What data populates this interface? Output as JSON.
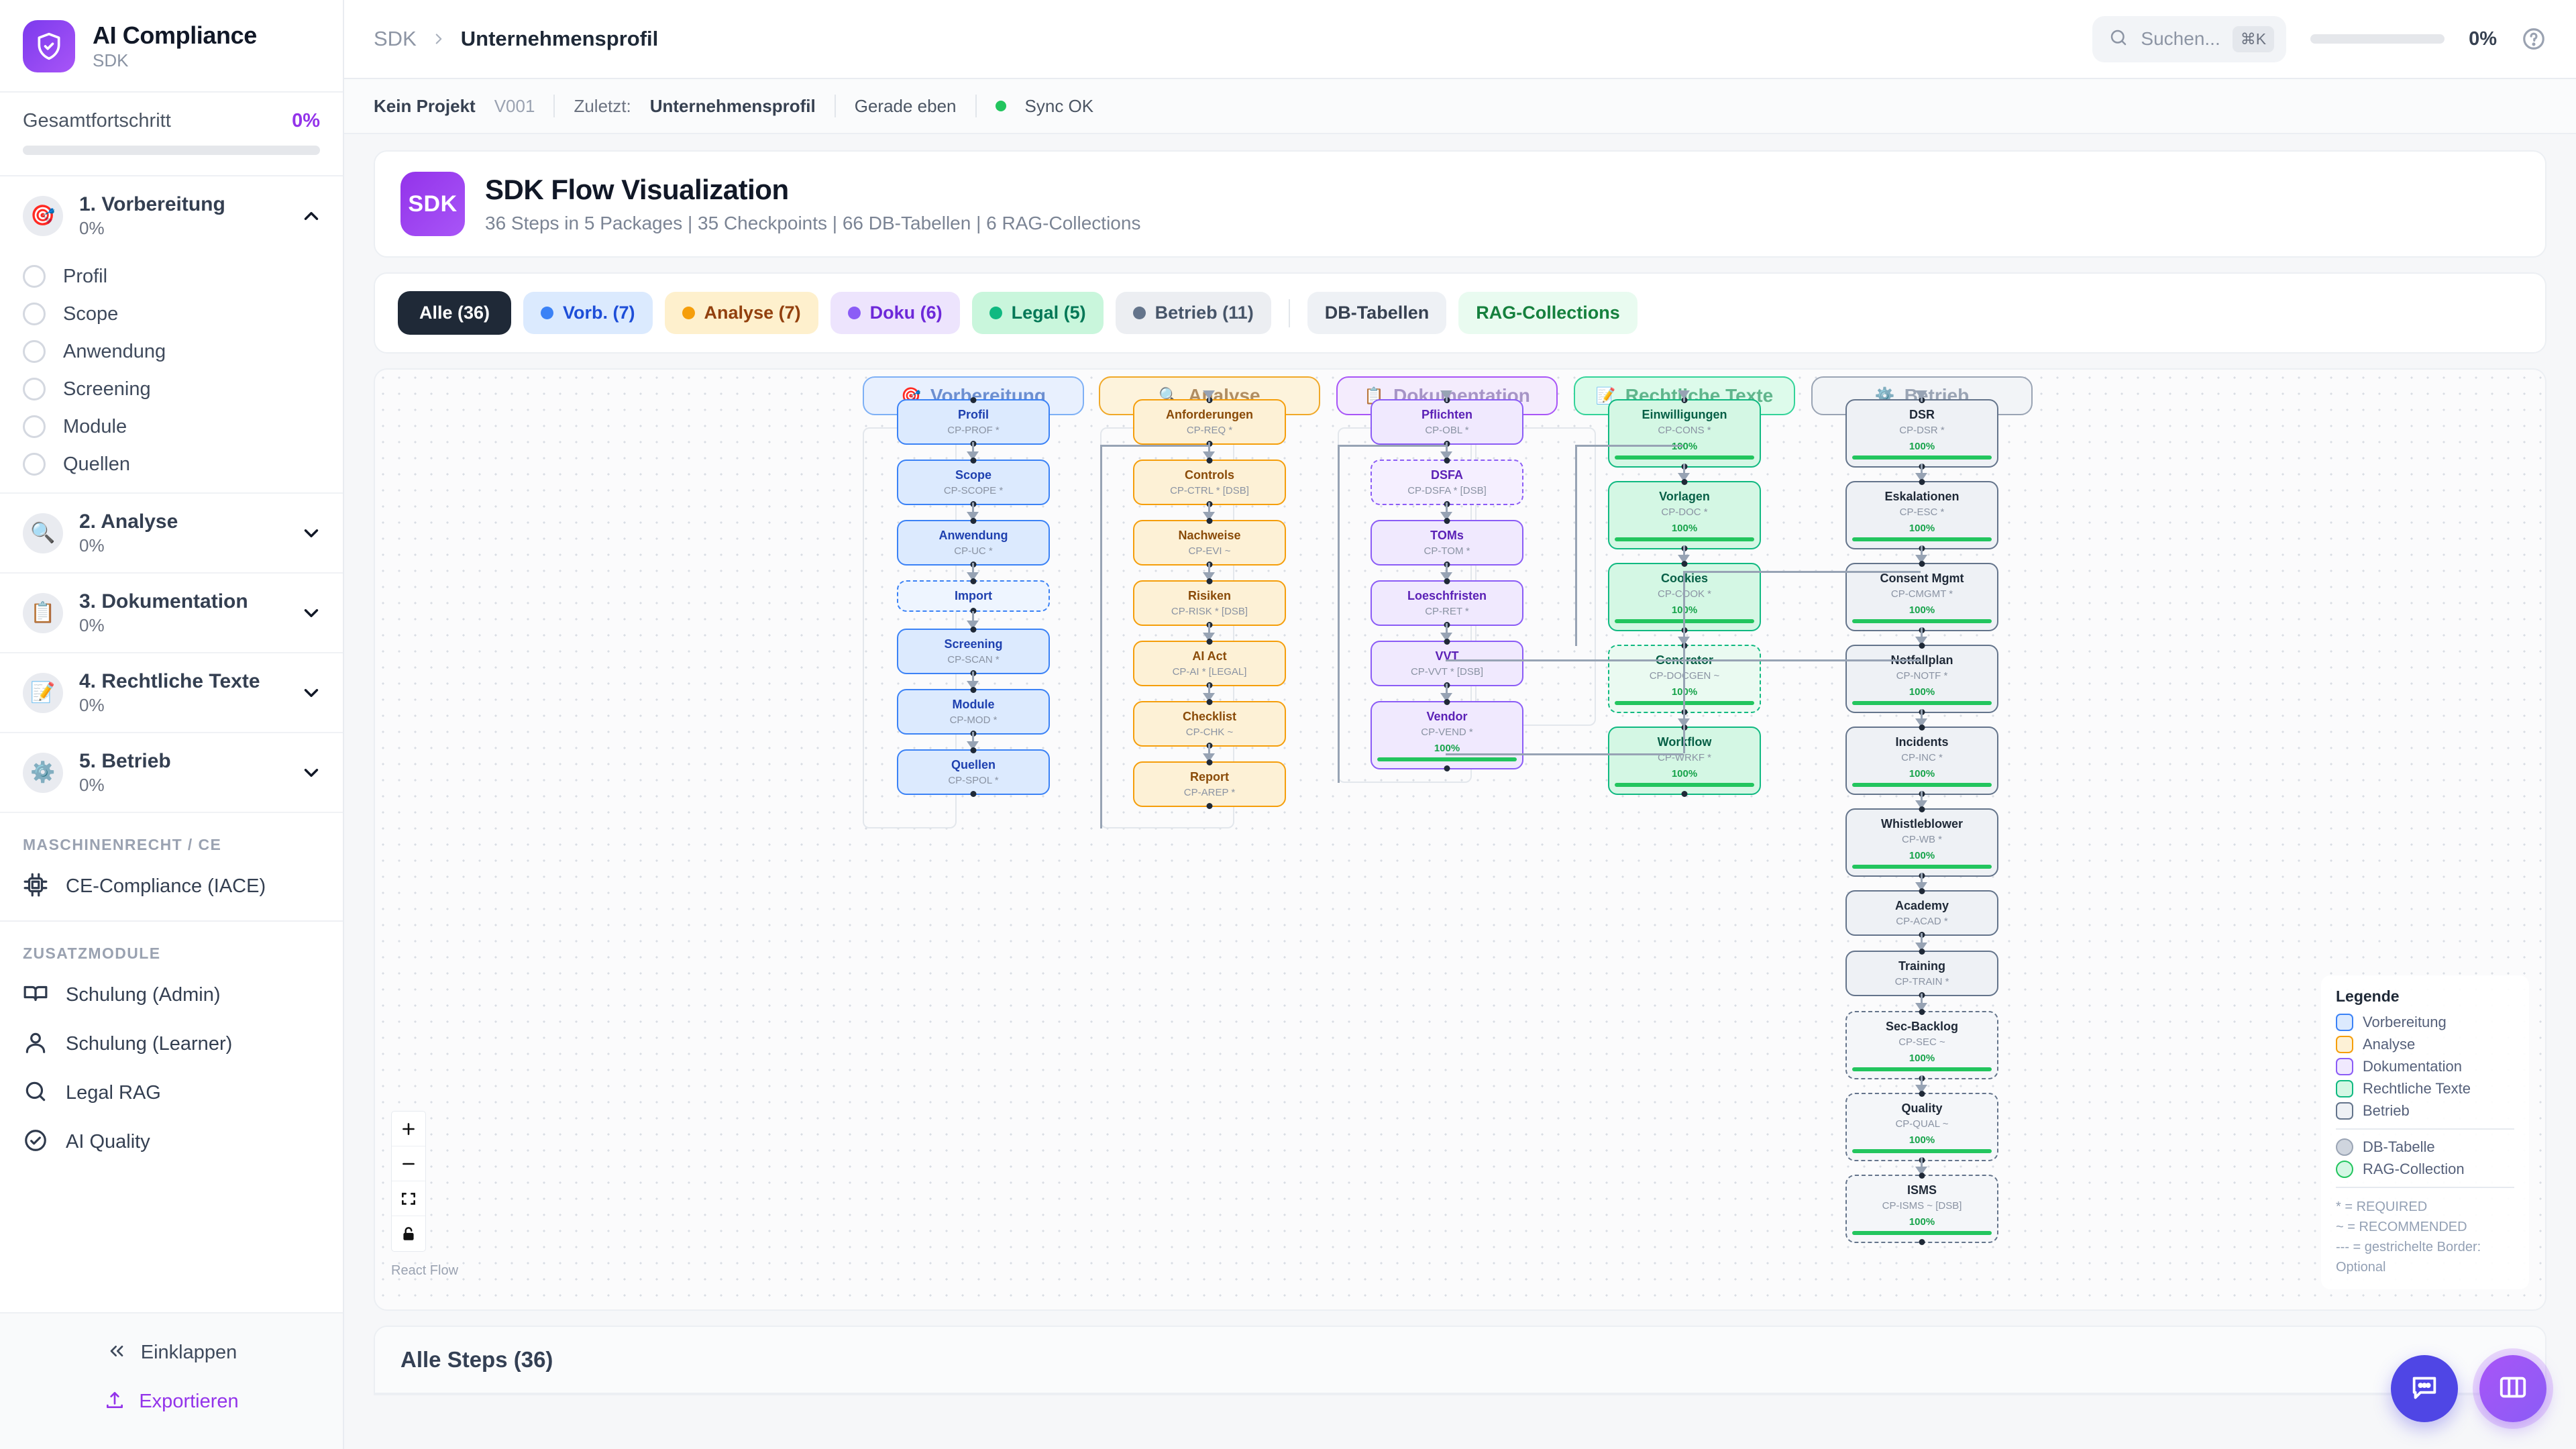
{
  "sidebar": {
    "brand": {
      "title": "AI Compliance",
      "subtitle": "SDK",
      "logo_icon": "shield-check-icon"
    },
    "overall": {
      "label": "Gesamtfortschritt",
      "percent": "0%",
      "value": 0
    },
    "phases": [
      {
        "emoji": "🎯",
        "name": "1. Vorbereitung",
        "percent": "0%",
        "expanded": true,
        "items": [
          "Profil",
          "Scope",
          "Anwendung",
          "Screening",
          "Module",
          "Quellen"
        ]
      },
      {
        "emoji": "🔍",
        "name": "2. Analyse",
        "percent": "0%",
        "expanded": false,
        "items": []
      },
      {
        "emoji": "📋",
        "name": "3. Dokumentation",
        "percent": "0%",
        "expanded": false,
        "items": []
      },
      {
        "emoji": "📝",
        "name": "4. Rechtliche Texte",
        "percent": "0%",
        "expanded": false,
        "items": []
      },
      {
        "emoji": "⚙️",
        "name": "5. Betrieb",
        "percent": "0%",
        "expanded": false,
        "items": []
      }
    ],
    "section_machine": {
      "title": "MASCHINENRECHT / CE",
      "items": [
        {
          "icon": "chip-icon",
          "label": "CE-Compliance (IACE)"
        }
      ]
    },
    "section_extra": {
      "title": "ZUSATZMODULE",
      "items": [
        {
          "icon": "book-icon",
          "label": "Schulung (Admin)"
        },
        {
          "icon": "user-icon",
          "label": "Schulung (Learner)"
        },
        {
          "icon": "search-icon",
          "label": "Legal RAG"
        },
        {
          "icon": "check-circle-icon",
          "label": "AI Quality"
        }
      ]
    },
    "footer": {
      "collapse_label": "Einklappen",
      "collapse_icon": "chevrons-left-icon",
      "export_label": "Exportieren",
      "export_icon": "upload-icon"
    }
  },
  "topbar": {
    "breadcrumb_root": "SDK",
    "breadcrumb_current": "Unternehmensprofil",
    "search": {
      "placeholder": "Suchen...",
      "value": "",
      "shortcut": "⌘K",
      "icon": "search-icon"
    },
    "progress_percent": "0%",
    "help_icon": "help-circle-icon"
  },
  "statusbar": {
    "project": "Kein Projekt",
    "version": "V001",
    "last_label": "Zuletzt:",
    "last_value": "Unternehmensprofil",
    "time": "Gerade eben",
    "sync": "Sync OK",
    "sync_color": "#22c55e"
  },
  "hero": {
    "badge": "SDK",
    "title": "SDK Flow Visualization",
    "subtitle": "36 Steps in 5 Packages | 35 Checkpoints | 66 DB-Tabellen | 6 RAG-Collections"
  },
  "filters": [
    {
      "key": "all",
      "label": "Alle (36)",
      "dot": null,
      "active": true
    },
    {
      "key": "vorb",
      "label": "Vorb. (7)",
      "dot": "#3b82f6"
    },
    {
      "key": "analyse",
      "label": "Analyse (7)",
      "dot": "#f59e0b"
    },
    {
      "key": "doku",
      "label": "Doku (6)",
      "dot": "#8b5cf6"
    },
    {
      "key": "legal",
      "label": "Legal (5)",
      "dot": "#10b981"
    },
    {
      "key": "betrieb",
      "label": "Betrieb (11)",
      "dot": "#64748b"
    },
    {
      "key": "db",
      "label": "DB-Tabellen",
      "dot": null
    },
    {
      "key": "rag",
      "label": "RAG-Collections",
      "dot": null
    }
  ],
  "flow": {
    "columns": [
      {
        "key": "vorb",
        "emoji": "🎯",
        "label": "Vorbereitung"
      },
      {
        "key": "ana",
        "emoji": "🔍",
        "label": "Analyse"
      },
      {
        "key": "doku",
        "emoji": "📋",
        "label": "Dokumentation"
      },
      {
        "key": "legal",
        "emoji": "📝",
        "label": "Rechtliche Texte"
      },
      {
        "key": "betr",
        "emoji": "⚙️",
        "label": "Betrieb"
      }
    ],
    "nodes": {
      "vorb": [
        {
          "name": "Profil",
          "cp": "CP-PROF *",
          "dashed": false
        },
        {
          "name": "Scope",
          "cp": "CP-SCOPE *",
          "dashed": false
        },
        {
          "name": "Anwendung",
          "cp": "CP-UC *",
          "dashed": false
        },
        {
          "name": "Import",
          "cp": "",
          "dashed": true
        },
        {
          "name": "Screening",
          "cp": "CP-SCAN *",
          "dashed": false
        },
        {
          "name": "Module",
          "cp": "CP-MOD *",
          "dashed": false
        },
        {
          "name": "Quellen",
          "cp": "CP-SPOL *",
          "dashed": false
        }
      ],
      "ana": [
        {
          "name": "Anforderungen",
          "cp": "CP-REQ *",
          "dashed": false
        },
        {
          "name": "Controls",
          "cp": "CP-CTRL * [DSB]",
          "dashed": false
        },
        {
          "name": "Nachweise",
          "cp": "CP-EVI ~",
          "dashed": false
        },
        {
          "name": "Risiken",
          "cp": "CP-RISK * [DSB]",
          "dashed": false
        },
        {
          "name": "AI Act",
          "cp": "CP-AI * [LEGAL]",
          "dashed": false
        },
        {
          "name": "Checklist",
          "cp": "CP-CHK ~",
          "dashed": false
        },
        {
          "name": "Report",
          "cp": "CP-AREP *",
          "dashed": false
        }
      ],
      "doku": [
        {
          "name": "Pflichten",
          "cp": "CP-OBL *",
          "dashed": false
        },
        {
          "name": "DSFA",
          "cp": "CP-DSFA * [DSB]",
          "dashed": true
        },
        {
          "name": "TOMs",
          "cp": "CP-TOM *",
          "dashed": false
        },
        {
          "name": "Loeschfristen",
          "cp": "CP-RET *",
          "dashed": false
        },
        {
          "name": "VVT",
          "cp": "CP-VVT * [DSB]",
          "dashed": false
        },
        {
          "name": "Vendor",
          "cp": "CP-VEND *",
          "dashed": false,
          "percent": "100%"
        }
      ],
      "legal": [
        {
          "name": "Einwilligungen",
          "cp": "CP-CONS *",
          "dashed": false,
          "percent": "100%"
        },
        {
          "name": "Vorlagen",
          "cp": "CP-DOC *",
          "dashed": false,
          "percent": "100%"
        },
        {
          "name": "Cookies",
          "cp": "CP-COOK *",
          "dashed": false,
          "percent": "100%"
        },
        {
          "name": "Generator",
          "cp": "CP-DOCGEN ~",
          "dashed": true,
          "percent": "100%"
        },
        {
          "name": "Workflow",
          "cp": "CP-WRKF *",
          "dashed": false,
          "percent": "100%"
        }
      ],
      "betr": [
        {
          "name": "DSR",
          "cp": "CP-DSR *",
          "dashed": false,
          "percent": "100%"
        },
        {
          "name": "Eskalationen",
          "cp": "CP-ESC *",
          "dashed": false,
          "percent": "100%"
        },
        {
          "name": "Consent Mgmt",
          "cp": "CP-CMGMT *",
          "dashed": false,
          "percent": "100%"
        },
        {
          "name": "Notfallplan",
          "cp": "CP-NOTF *",
          "dashed": false,
          "percent": "100%"
        },
        {
          "name": "Incidents",
          "cp": "CP-INC *",
          "dashed": false,
          "percent": "100%"
        },
        {
          "name": "Whistleblower",
          "cp": "CP-WB *",
          "dashed": false,
          "percent": "100%"
        },
        {
          "name": "Academy",
          "cp": "CP-ACAD *",
          "dashed": false
        },
        {
          "name": "Training",
          "cp": "CP-TRAIN *",
          "dashed": false
        },
        {
          "name": "Sec-Backlog",
          "cp": "CP-SEC ~",
          "dashed": true,
          "percent": "100%"
        },
        {
          "name": "Quality",
          "cp": "CP-QUAL ~",
          "dashed": true,
          "percent": "100%"
        },
        {
          "name": "ISMS",
          "cp": "CP-ISMS ~ [DSB]",
          "dashed": true,
          "percent": "100%"
        }
      ]
    },
    "legend": {
      "title": "Legende",
      "packages": [
        {
          "label": "Vorbereitung",
          "fill": "#dceafe",
          "border": "#3b82f6"
        },
        {
          "label": "Analyse",
          "fill": "#fdf1d6",
          "border": "#f59e0b"
        },
        {
          "label": "Dokumentation",
          "fill": "#f0e9fe",
          "border": "#8b5cf6"
        },
        {
          "label": "Rechtliche Texte",
          "fill": "#d4f7e4",
          "border": "#10b981"
        },
        {
          "label": "Betrieb",
          "fill": "#eef1f5",
          "border": "#64748b"
        }
      ],
      "assets": [
        {
          "label": "DB-Tabelle",
          "fill": "#cfd5de",
          "border": "#9aa4b4"
        },
        {
          "label": "RAG-Collection",
          "fill": "#d4f7e4",
          "border": "#22c55e"
        }
      ],
      "notes": [
        "* = REQUIRED",
        "~ = RECOMMENDED",
        "--- = gestrichelte Border: Optional"
      ]
    },
    "controls": {
      "zoom_in": "plus-icon",
      "zoom_out": "minus-icon",
      "fit_view": "fit-view-icon",
      "lock": "lock-open-icon"
    },
    "attribution": "React Flow"
  },
  "bottom": {
    "title": "Alle Steps (36)"
  },
  "fabs": [
    {
      "name": "chat",
      "icon": "chat-bubble-icon",
      "color": "#4f46e5"
    },
    {
      "name": "panel",
      "icon": "columns-icon",
      "color": "#a855f7"
    }
  ]
}
